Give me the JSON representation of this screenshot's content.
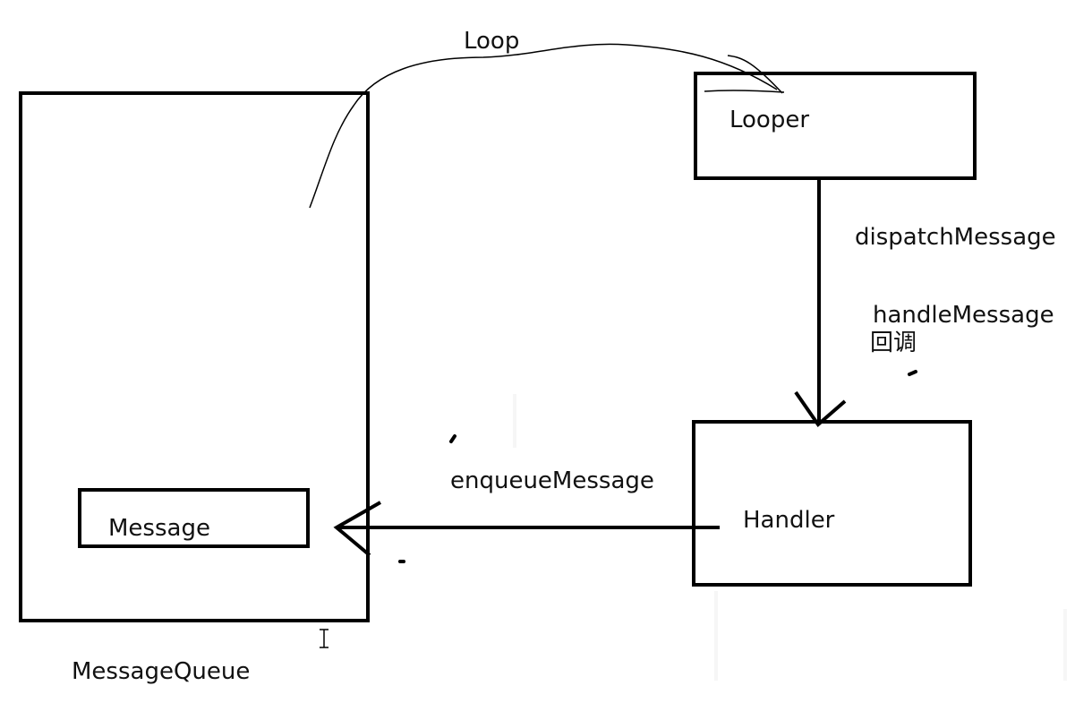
{
  "diagram": {
    "labels": {
      "loop": "Loop",
      "looper": "Looper",
      "dispatch_message": "dispatchMessage",
      "handle_message": "handleMessage",
      "callback": "回调",
      "enqueue_message": "enqueueMessage",
      "handler": "Handler",
      "message": "Message",
      "message_queue": "MessageQueue"
    },
    "stroke_color": "#000000",
    "text_color": "#111111"
  }
}
